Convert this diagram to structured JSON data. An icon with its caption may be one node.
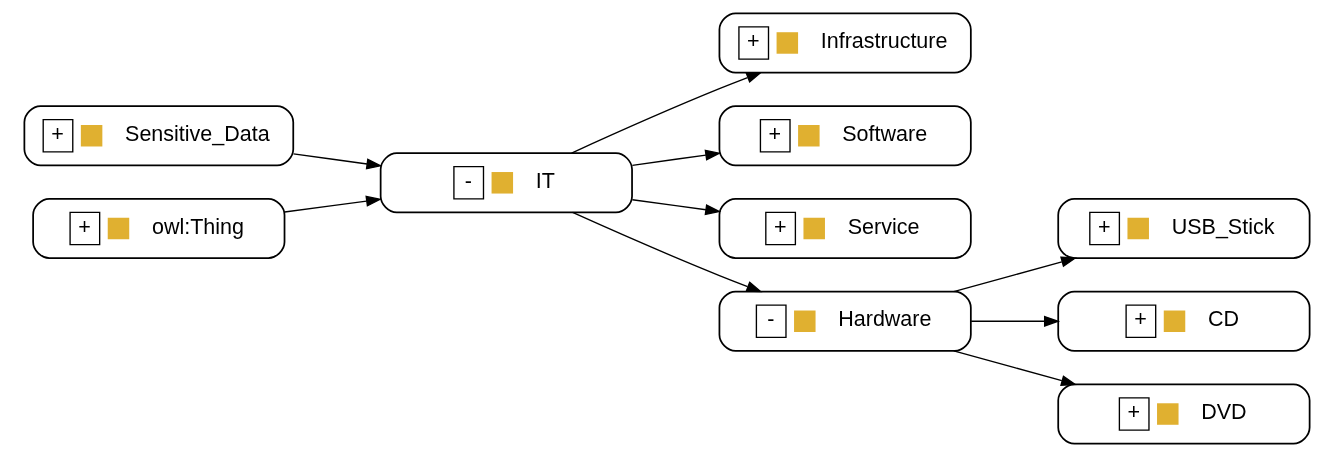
{
  "diagram": {
    "nodes": [
      {
        "text": [
          "+",
          "Sensitive_Data"
        ]
      },
      {
        "text": [
          "+",
          "owl:Thing"
        ]
      },
      {
        "text": [
          "-",
          "IT"
        ]
      },
      {
        "text": [
          "+",
          "Infrastructure"
        ]
      },
      {
        "text": [
          "+",
          "Software"
        ]
      },
      {
        "text": [
          "+",
          "Service"
        ]
      },
      {
        "text": [
          "-",
          "Hardware"
        ]
      },
      {
        "text": [
          "+",
          "USB_Stick"
        ]
      },
      {
        "text": [
          "+",
          "CD"
        ]
      },
      {
        "text": [
          "+",
          "DVD"
        ]
      }
    ],
    "edges": [
      {
        "from": 0,
        "to": 2,
        "arrow": "to"
      },
      {
        "from": 1,
        "to": 2,
        "arrow": "to"
      },
      {
        "from": 2,
        "to": 3,
        "arrow": "to"
      },
      {
        "from": 2,
        "to": 4,
        "arrow": "to"
      },
      {
        "from": 2,
        "to": 5,
        "arrow": "to"
      },
      {
        "from": 2,
        "to": 6,
        "arrow": "to"
      },
      {
        "from": 6,
        "to": 7,
        "arrow": "to"
      },
      {
        "from": 6,
        "to": 8,
        "arrow": "to"
      },
      {
        "from": 6,
        "to": 9,
        "arrow": "to"
      }
    ]
  }
}
